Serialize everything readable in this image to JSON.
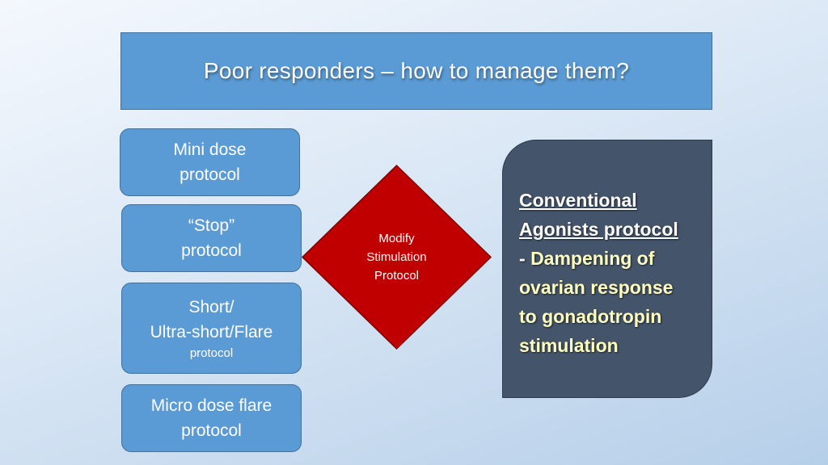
{
  "slide": {
    "title": "Poor responders – how to manage them?"
  },
  "protocols": [
    {
      "lines": [
        "Mini dose",
        "protocol"
      ]
    },
    {
      "lines": [
        "“Stop”",
        "protocol"
      ]
    },
    {
      "lines": [
        "Short/",
        "Ultra-short/Flare"
      ],
      "small": "protocol"
    },
    {
      "lines": [
        "Micro dose flare",
        "protocol"
      ]
    }
  ],
  "decision": {
    "lines": [
      "Modify",
      "Stimulation",
      "Protocol"
    ]
  },
  "result": {
    "heading_lines": [
      "Conventional",
      "Agonists protocol"
    ],
    "dash": "- ",
    "desc_lines_first": "Dampening of",
    "desc_lines_rest": [
      "ovarian response",
      "to gonadotropin",
      "stimulation"
    ]
  },
  "colors": {
    "title_bar": "#5b9bd5",
    "protocol_box": "#5b9bd5",
    "diamond": "#c00000",
    "result_box": "#44546a",
    "result_desc_text": "#ffffc0"
  }
}
